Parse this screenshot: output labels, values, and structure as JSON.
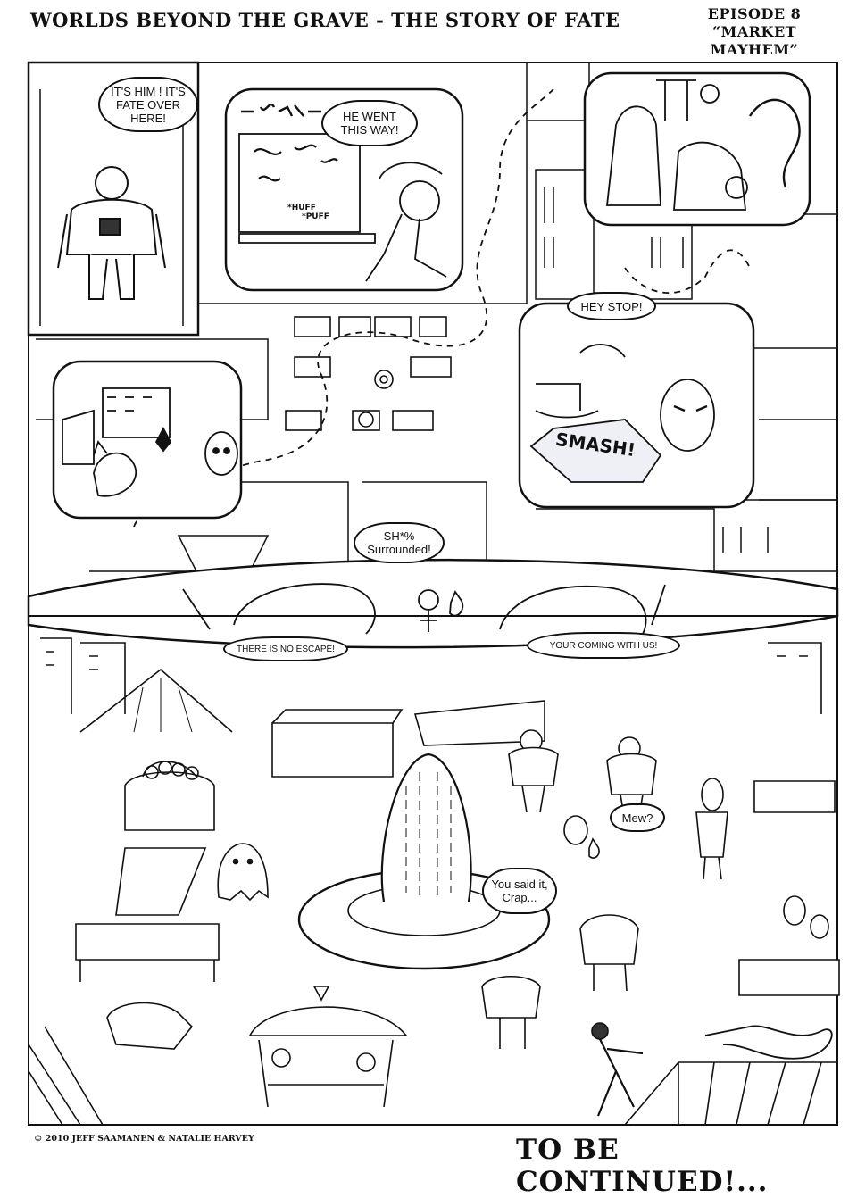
{
  "header": {
    "title": "WORLDS BEYOND THE GRAVE - THE STORY OF FATE",
    "episode": "EPISODE 8",
    "episode_title": "“MARKET MAYHEM”"
  },
  "panels": {
    "p1": {
      "balloon": "IT'S HIM ! IT'S FATE OVER HERE!"
    },
    "p2": {
      "balloon": "HE WENT THIS WAY!",
      "sfx_1": "*HUFF",
      "sfx_2": "*PUFF"
    },
    "p5": {
      "balloon": "HEY STOP!",
      "sfx": "SMASH!"
    },
    "p6": {
      "balloon_center": "SH*% Surrounded!",
      "balloon_left": "THERE IS NO ESCAPE!",
      "balloon_right": "YOUR COMING WITH US!"
    },
    "p7": {
      "balloon_mew": "Mew?",
      "balloon_crap": "You said it, Crap..."
    }
  },
  "footer": {
    "copyright": "© 2010 JEFF SAAMANEN & NATALIE HARVEY",
    "continued": "TO BE CONTINUED!..."
  }
}
